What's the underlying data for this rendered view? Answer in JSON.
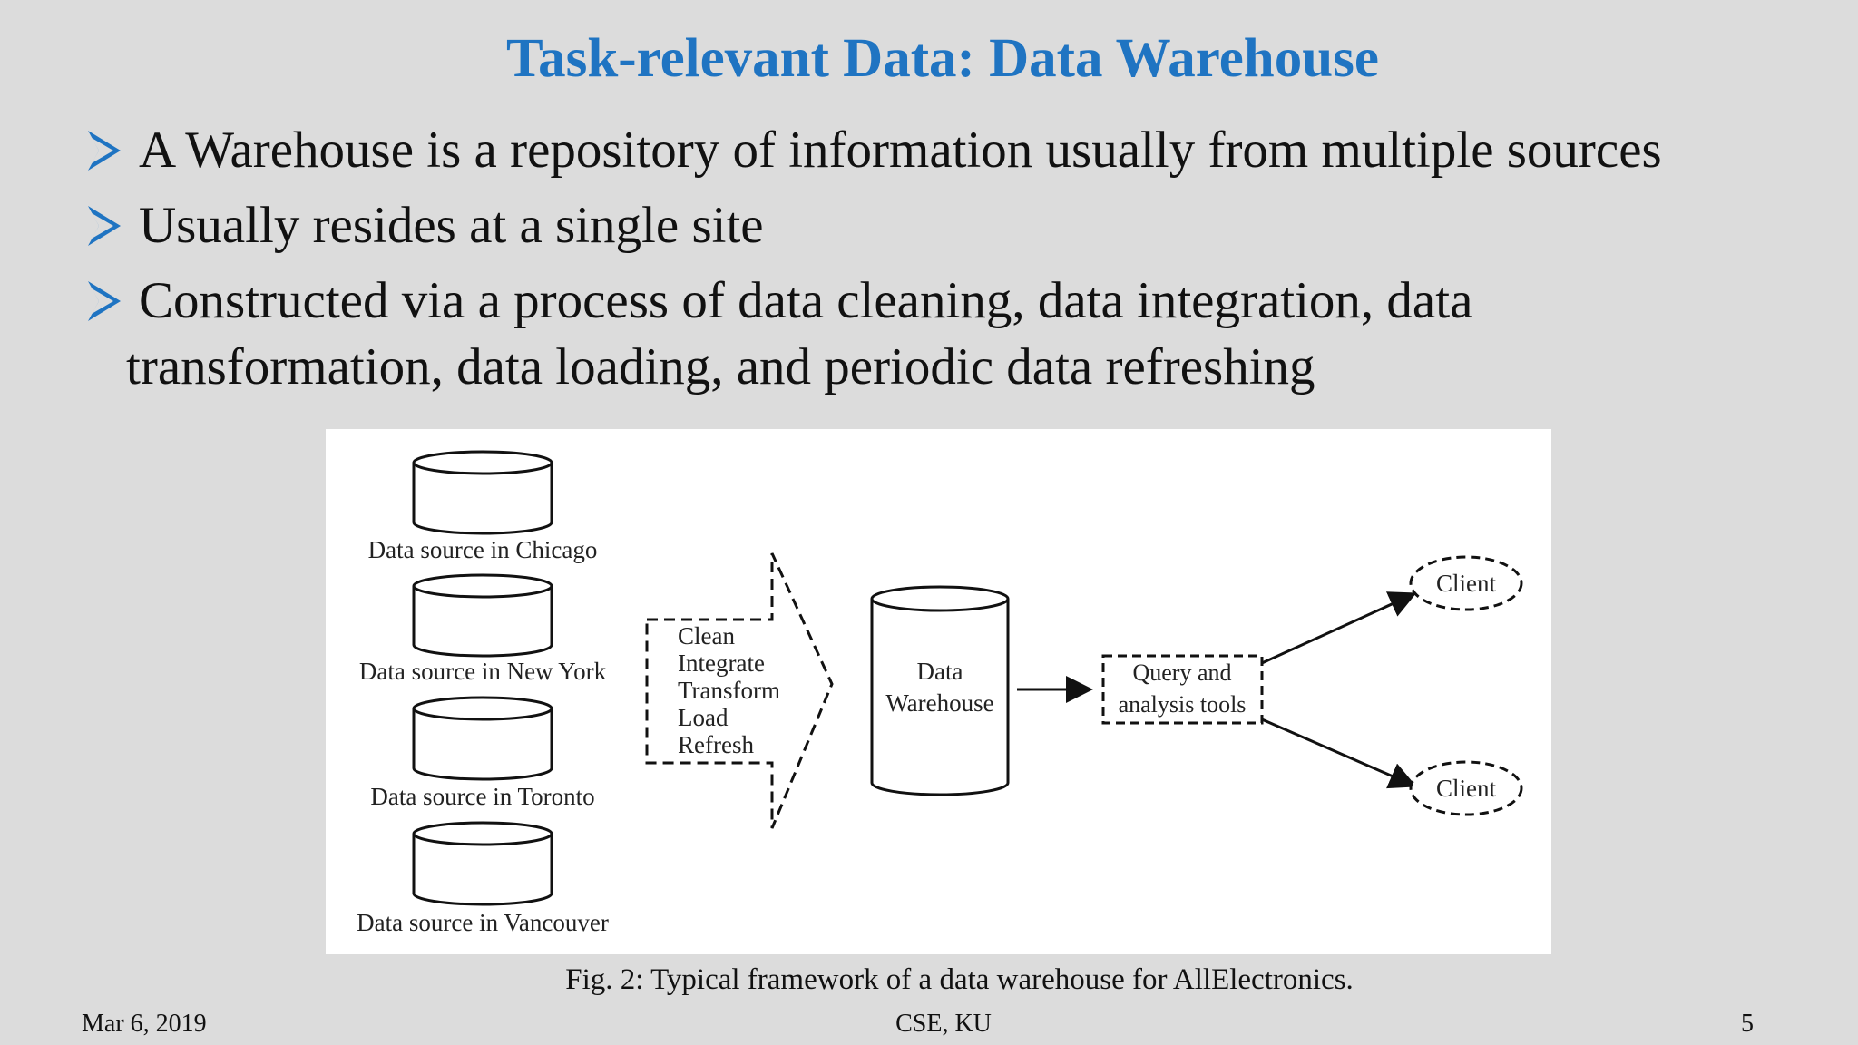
{
  "slide": {
    "title": "Task-relevant Data: Data Warehouse",
    "bullets": [
      {
        "text": "A Warehouse is a repository of information usually from multiple sources"
      },
      {
        "text": "Usually resides at a single site"
      },
      {
        "text": "Constructed via a process of data cleaning, data integration, data",
        "continuation": "transformation, data loading, and periodic data refreshing"
      }
    ],
    "bullet_color": "#1f74c2",
    "title_color": "#1f74c2"
  },
  "diagram": {
    "sources": [
      "Data source in Chicago",
      "Data source in New York",
      "Data source in Toronto",
      "Data source in Vancouver"
    ],
    "process_steps": [
      "Clean",
      "Integrate",
      "Transform",
      "Load",
      "Refresh"
    ],
    "warehouse_label": [
      "Data",
      "Warehouse"
    ],
    "query_label": [
      "Query and",
      "analysis tools"
    ],
    "clients": [
      "Client",
      "Client"
    ]
  },
  "caption": "Fig. 2: Typical framework of a data warehouse for AllElectronics.",
  "footer": {
    "date": "Mar 6, 2019",
    "center": "CSE, KU",
    "page": "5"
  }
}
